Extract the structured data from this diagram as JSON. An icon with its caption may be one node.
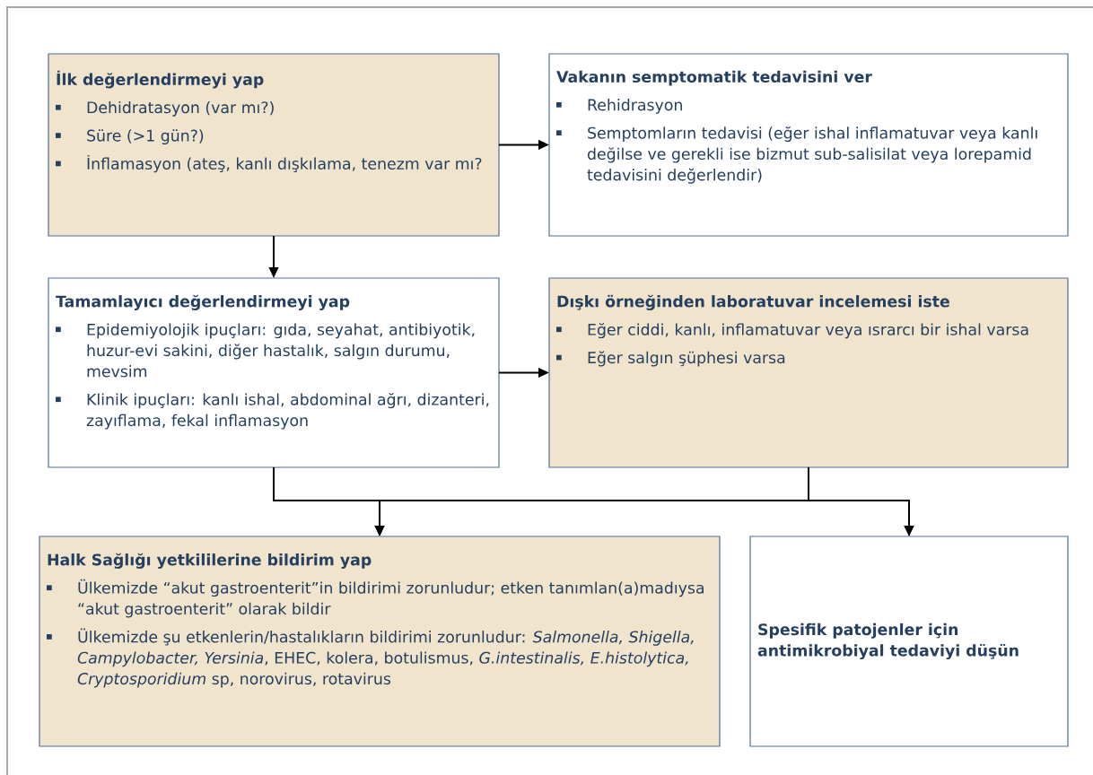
{
  "diagram": {
    "nodes": [
      {
        "text": [
          "İlk değerlendirmeyi yap",
          "Dehidratasyon (var mı?)",
          "Süre (>1 gün?)",
          "İnflamasyon (ateş, kanlı dışkılama, tenezm var mı?"
        ]
      },
      {
        "text": [
          "Vakanın semptomatik tedavisini ver",
          "Rehidrasyon",
          "Semptomların tedavisi (eğer ishal inflamatuvar veya kanlı değilse ve gerekli ise bizmut sub-salisilat veya lorepamid tedavisini değerlendir)"
        ]
      },
      {
        "text": [
          "Tamamlayıcı değerlendirmeyi yap",
          "Epidemiyolojik ipuçları: gıda, seyahat, antibiyotik, huzur-evi sakini, diğer hastalık, salgın durumu, mevsim",
          "Klinik ipuçları: kanlı ishal, abdominal ağrı, dizanteri, zayıflama, fekal inflamasyon"
        ]
      },
      {
        "text": [
          "Dışkı örneğinden laboratuvar incelemesi iste",
          "Eğer ciddi, kanlı, inflamatuvar veya ısrarcı bir ishal varsa",
          "Eğer salgın şüphesi varsa"
        ]
      },
      {
        "text": [
          "Halk Sağlığı yetkililerine bildirim yap",
          "Ülkemizde “akut gastroenterit”in bildirimi zorunludur; etken tanımlan(a)madıysa “akut gastroenterit” olarak bildir",
          "Ülkemizde şu etkenlerin/hastalıkların bildirimi zorunludur: *Salmonella, Shigella, Campylobacter, Yersinia*, EHEC, kolera, botulismus, *G.intestinalis, E.histolytica, Cryptosporidium* sp, norovirus, rotavirus"
        ]
      },
      {
        "text": [
          "Spesifik patojenler için antimikrobiyal tedaviyi düşün"
        ]
      }
    ],
    "edges": [
      {
        "from": 0,
        "to": 1,
        "arrow": "to"
      },
      {
        "from": 0,
        "to": 2,
        "arrow": "to"
      },
      {
        "from": 2,
        "to": 3,
        "arrow": "to"
      },
      {
        "from": 2,
        "to": 4,
        "arrow": "to"
      },
      {
        "from": 2,
        "to": 5,
        "arrow": "to"
      },
      {
        "from": 3,
        "to": 4,
        "arrow": "to"
      },
      {
        "from": 3,
        "to": 5,
        "arrow": "to"
      }
    ]
  }
}
